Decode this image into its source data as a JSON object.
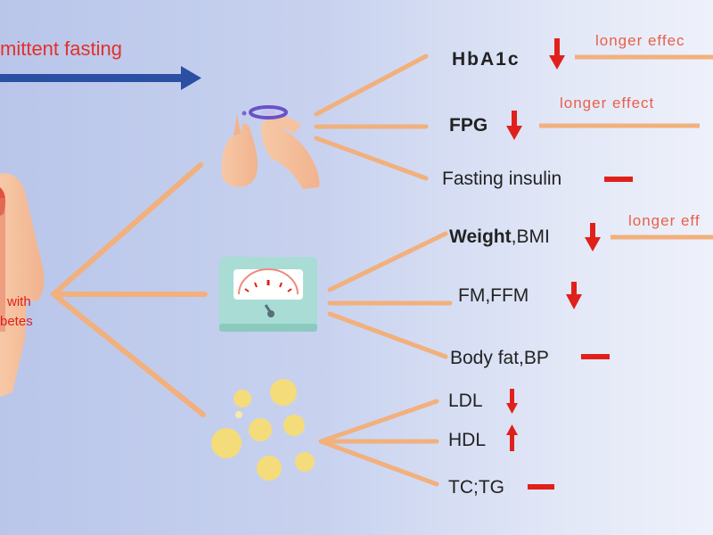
{
  "header": {
    "title": "mittent fasting"
  },
  "person": {
    "label_line1": "with",
    "label_line2": "betes"
  },
  "glycemic": {
    "hba1c": "HbA1c",
    "fpg": "FPG",
    "insulin": "Fasting insulin",
    "longer_effect_1": "longer effec",
    "longer_effect_2": "longer effect"
  },
  "body": {
    "weight_bold": "Weight",
    "weight_rest": ",BMI",
    "fm": "FM,FFM",
    "bodyfat": "Body fat,BP",
    "longer_effect_3": "longer eff"
  },
  "lipids": {
    "ldl": "LDL",
    "hdl": "HDL",
    "tctg": "TC;TG"
  },
  "colors": {
    "background_left": "#b9c6ea",
    "background_right": "#eef1fa",
    "connector": "#f2b07d",
    "indicator_red": "#e0201b",
    "title_red": "#e4302a",
    "effect_text": "#e8604a",
    "arrow_blue": "#2a4fa3",
    "scale_teal": "#a8dcd4",
    "pill_yellow": "#f4dc7a"
  },
  "icons": [
    "blood-glucose-finger-icon",
    "weighing-scale-icon",
    "lipid-droplets-icon",
    "human-body-icon"
  ],
  "indicators": {
    "hba1c": "decrease",
    "fpg": "decrease",
    "insulin": "no-change",
    "weight": "decrease",
    "fm": "decrease",
    "bodyfat": "no-change",
    "ldl": "decrease",
    "hdl": "increase",
    "tctg": "no-change"
  }
}
